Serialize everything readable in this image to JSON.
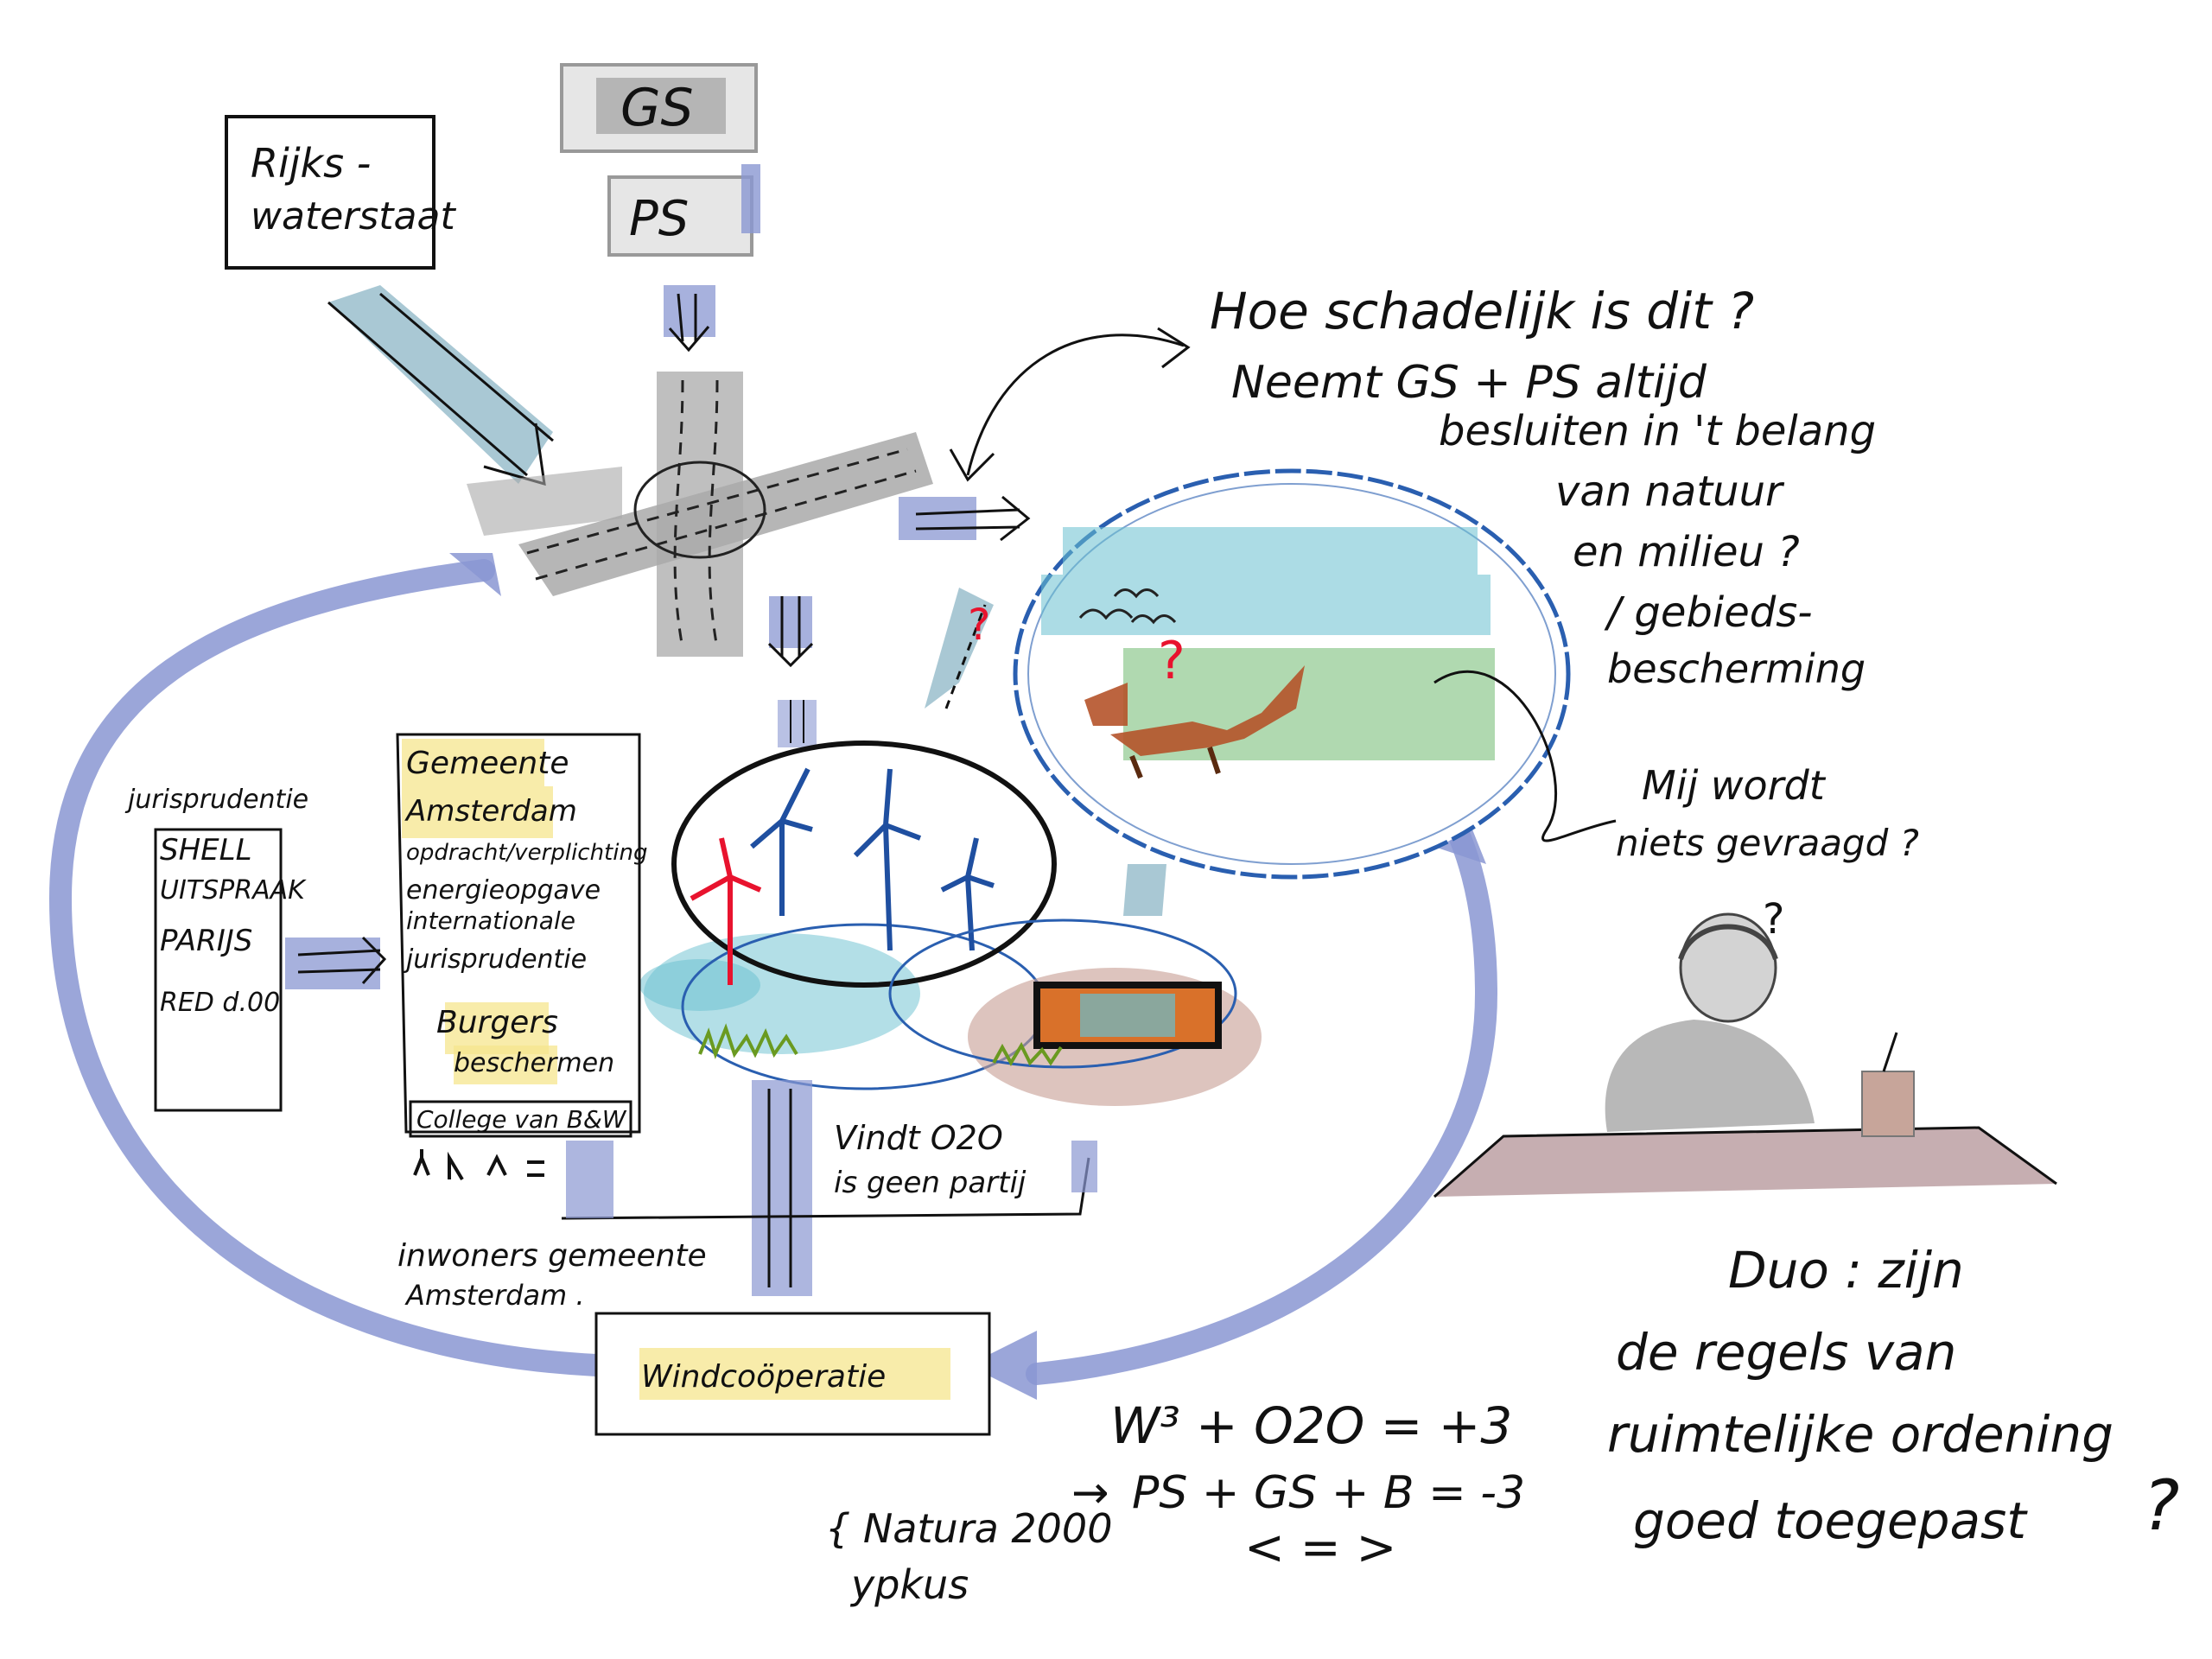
{
  "boxes": {
    "rijkswaterstaat": [
      "Rijks -",
      "waterstaat"
    ],
    "gs": "GS",
    "ps": "PS",
    "windcooperatie": "Windcoöperatie",
    "college": "College van B&W"
  },
  "documents": {
    "left": [
      "jurisprudentie",
      "SHELL",
      "UITSPRAAK",
      "PARIJS",
      "RED d.00"
    ],
    "gemeente": [
      "Gemeente",
      "Amsterdam",
      "opdracht/verplichting",
      "energieopgave",
      "internationale",
      "jurisprudentie",
      "Burgers",
      "beschermen"
    ]
  },
  "notes": {
    "question": [
      "Hoe schadelijk is dit ?",
      "Neemt GS + PS altijd",
      "besluiten in 't belang",
      "van natuur",
      "en milieu ?",
      "/ gebieds-",
      "bescherming"
    ],
    "nothing_asked": [
      "Mij wordt",
      "niets gevraagd ?"
    ],
    "residents": [
      "inwoners gemeente",
      "Amsterdam ."
    ],
    "o2o": [
      "Vindt O2O",
      "is geen partij"
    ],
    "duo": [
      "Duo : zijn",
      "de regels van",
      "ruimtelijke ordening",
      "goed toegepast",
      "?"
    ],
    "equation1": "W³ + O2O = +3",
    "equation2": "PS + GS + B = -3",
    "equation3": "< = >",
    "natura": [
      "{ Natura 2000",
      "  ypkus"
    ],
    "arrow_label": "→",
    "question_marks": [
      "?",
      "?",
      "?"
    ]
  },
  "colors": {
    "arrow_blue": "#8a97d2",
    "road_grey": "#a9a9a9",
    "water": "#68bfcf",
    "meadow": "#7bbf7b",
    "highlight": "#f6e58d",
    "table": "#b89a9e",
    "turbine_blue": "#1f4fa0",
    "turbine_red": "#e8132e"
  }
}
